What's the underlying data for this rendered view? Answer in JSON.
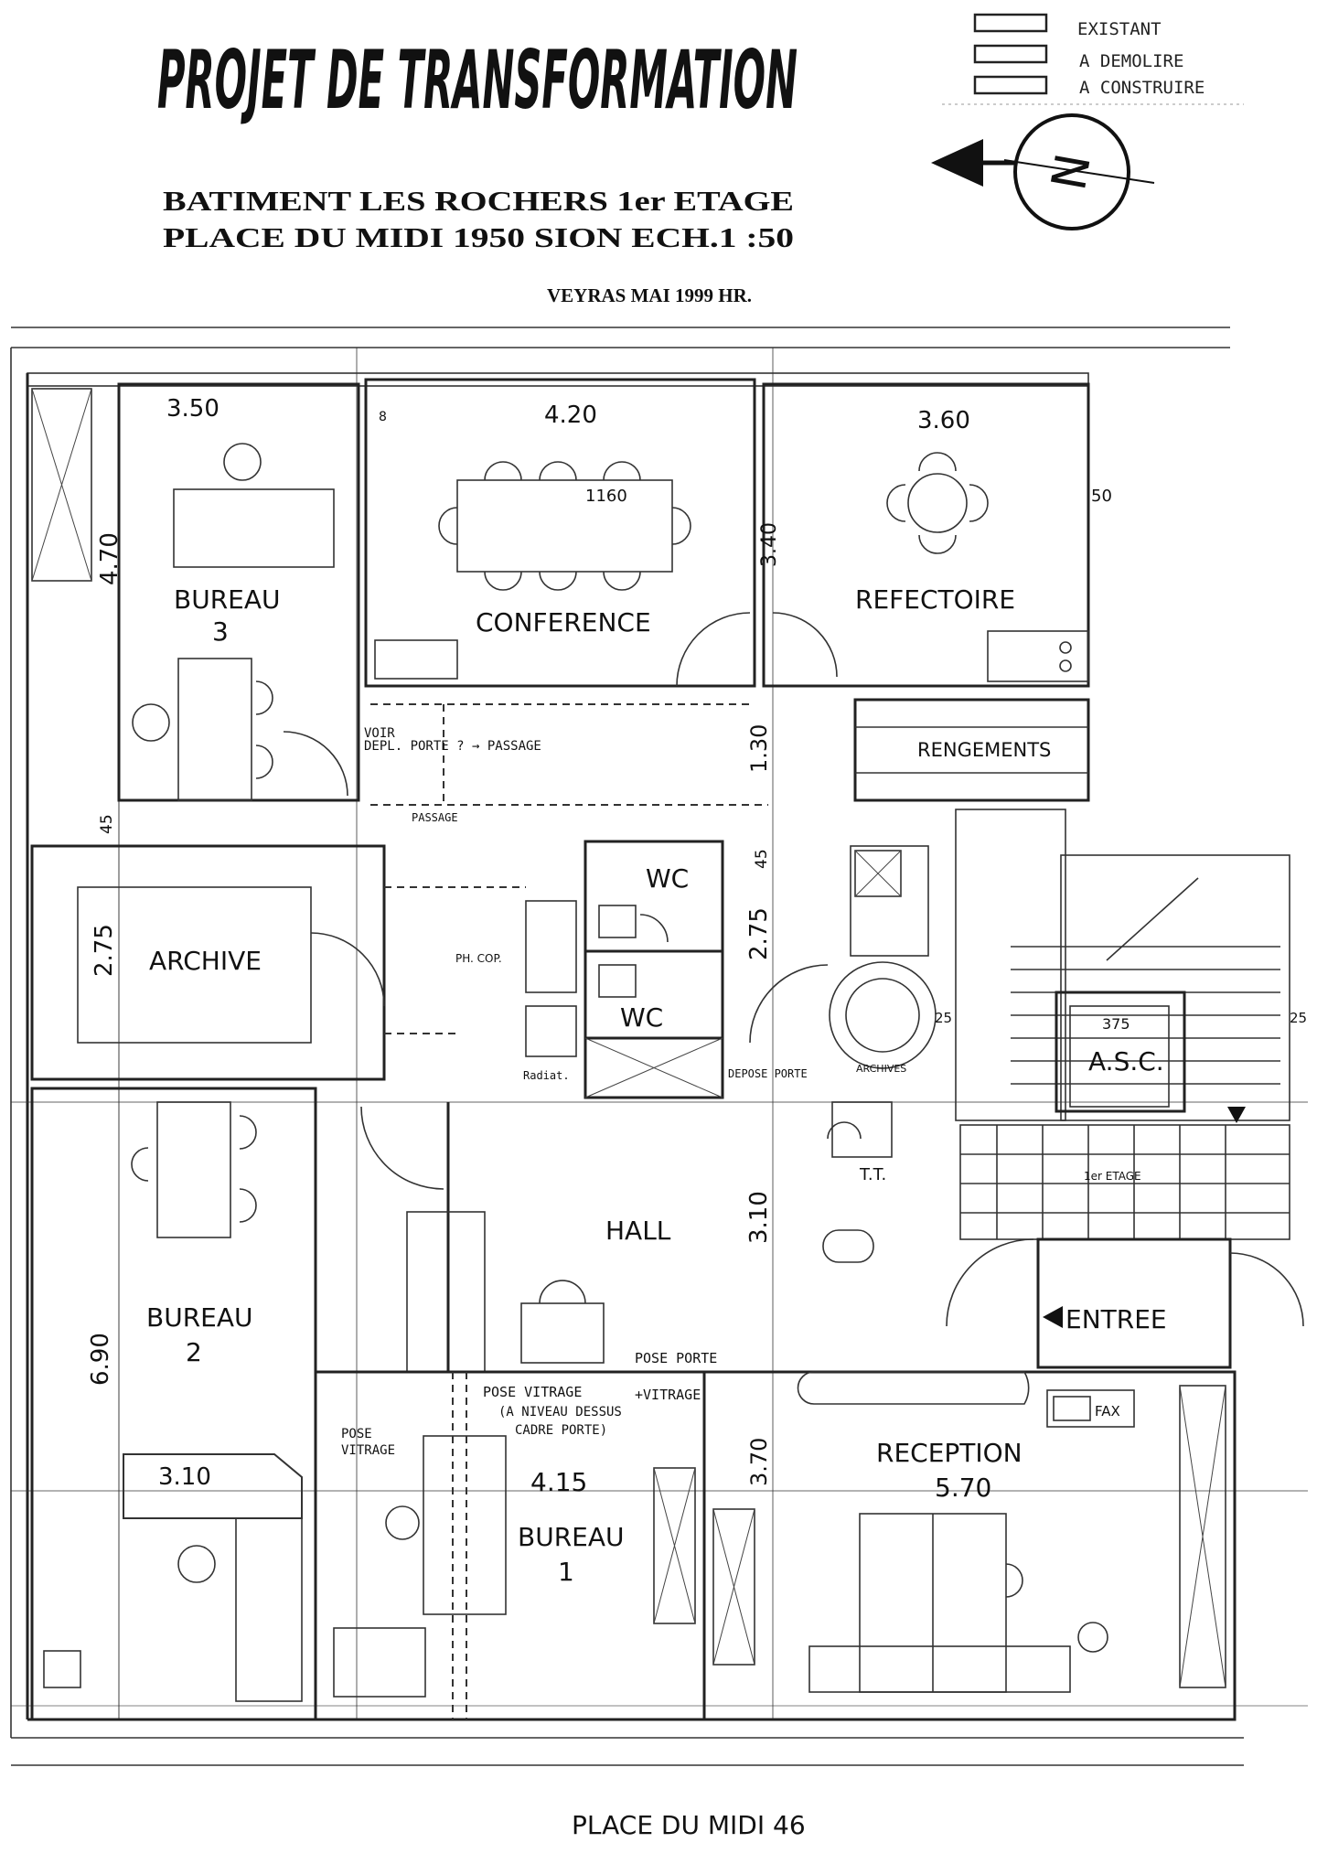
{
  "title": "PROJET DE TRANSFORMATION",
  "subtitle_line1": "BATIMENT  LES ROCHERS   1er ETAGE",
  "subtitle_line2": "PLACE DU MIDI   1950 SION   ECH.1 :50",
  "author_date": "VEYRAS MAI 1999  HR.",
  "legend": {
    "existing": "EXISTANT",
    "demolish": "A DEMOLIRE",
    "construct": "A CONSTRUIRE"
  },
  "north_symbol": "N",
  "rooms": {
    "bureau3": [
      "BUREAU",
      "3"
    ],
    "conference": "CONFERENCE",
    "refectoire": "REFECTOIRE",
    "rengements": "RENGEMENTS",
    "archive": "ARCHIVE",
    "wc_top": "WC",
    "wc_bottom": "WC",
    "bureau2": [
      "BUREAU",
      "2"
    ],
    "hall": "HALL",
    "bureau1": [
      "BUREAU",
      "1"
    ],
    "reception": [
      "RECEPTION",
      "5.70"
    ],
    "entree": "ENTREE",
    "asc": "A.S.C.",
    "asc_dim": "375",
    "fax": "FAX",
    "tt": "T.T.",
    "archives_small": "ARCHIVES",
    "ph_cop": "PH. COP.",
    "etage": "1er ETAGE",
    "table_1160": "1160"
  },
  "dims": {
    "d350": "3.50",
    "d420": "4.20",
    "d360": "3.60",
    "d470": "4.70",
    "d340": "3.40",
    "d130": "1.30",
    "d275a": "2.75",
    "d275b": "2.75",
    "d45a": "45",
    "d45b": "45",
    "d50": "50",
    "d690": "6.90",
    "d310a": "3.10",
    "d310b": "3.10",
    "d415": "4.15",
    "d370": "3.70",
    "d25a": "25",
    "d25b": "25",
    "d8": "8"
  },
  "notes": {
    "voir": "VOIR",
    "depl_porte": "DEPL. PORTE ? → PASSAGE",
    "passage": "PASSAGE",
    "pose_porte": "POSE PORTE",
    "vitrage": "+VITRAGE",
    "pose_vitrage_1": "POSE VITRAGE",
    "pose_vitrage_2": "(A NIVEAU DESSUS",
    "pose_vitrage_3": "CADRE PORTE)",
    "pose": "POSE",
    "vitrage2": "VITRAGE",
    "radiateur": "Radiat.",
    "depose_porte": "DEPOSE PORTE"
  },
  "footer": "PLACE  DU  MIDI   46"
}
